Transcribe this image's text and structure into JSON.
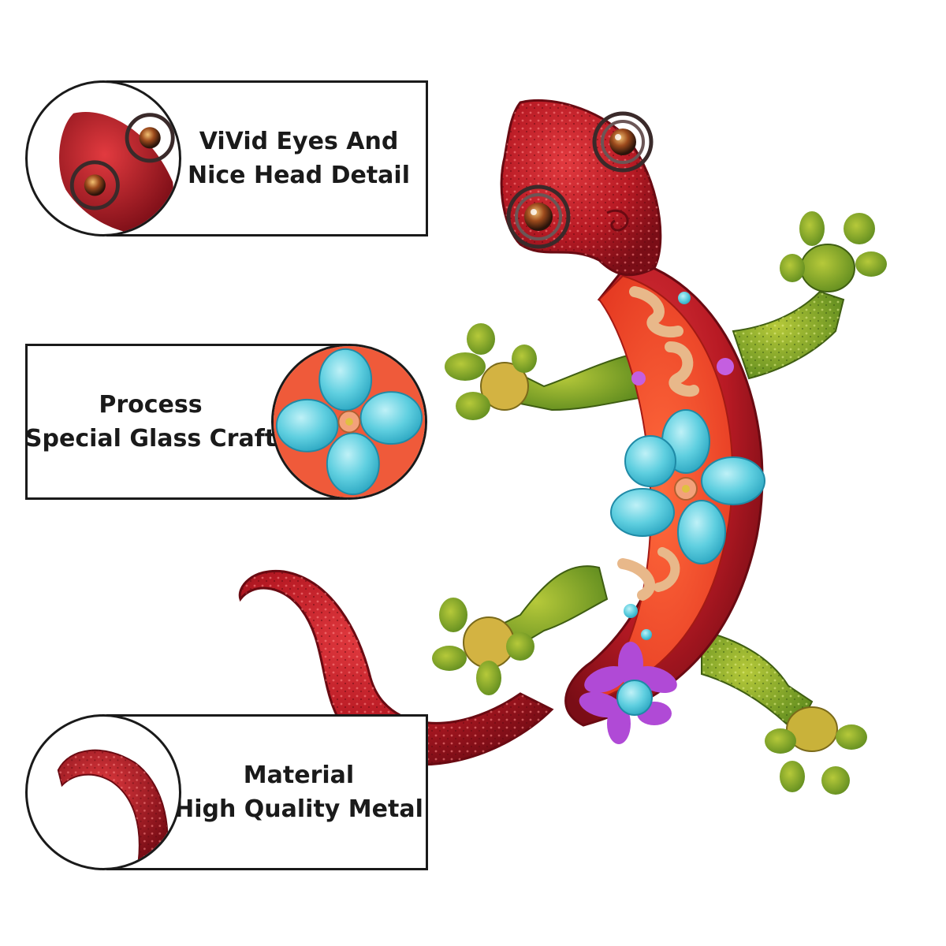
{
  "callouts": {
    "eyes": {
      "line1": "ViVid Eyes And",
      "line2": "Nice Head Detail",
      "detail_icon": "gecko-head-icon"
    },
    "glass": {
      "line1": "Process",
      "line2": "Special Glass Craft",
      "detail_icon": "blue-glass-flower-icon"
    },
    "metal": {
      "line1": "Material",
      "line2": "High Quality Metal",
      "detail_icon": "red-metal-tail-icon"
    }
  },
  "colors": {
    "head_red": "#c0202a",
    "body_orange": "#ef4b2a",
    "limb_green": "#7fa52a",
    "limb_yellow": "#c9b23a",
    "glass_blue": "#5fd0e0",
    "petal_purple": "#b04ad6",
    "border": "#1a1a1a"
  }
}
